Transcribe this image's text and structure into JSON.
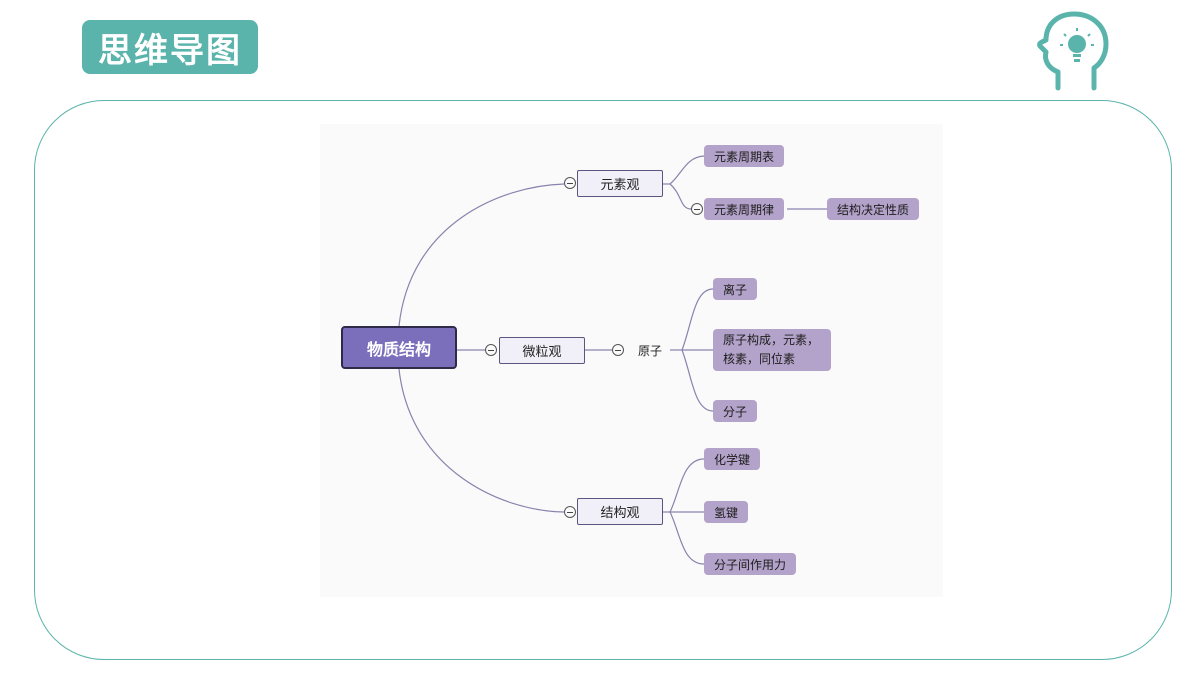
{
  "header": {
    "title": "思维导图",
    "icon": "head-lightbulb-icon",
    "accent_color": "#5ab4ac"
  },
  "mindmap": {
    "root": "物质结构",
    "branches": [
      {
        "label": "元素观",
        "children": [
          {
            "label": "元素周期表"
          },
          {
            "label": "元素周期律",
            "children": [
              {
                "label": "结构决定性质"
              }
            ]
          }
        ]
      },
      {
        "label": "微粒观",
        "children": [
          {
            "label": "原子",
            "children": [
              {
                "label": "离子"
              },
              {
                "label": "原子构成，元素，核素，同位素",
                "lines": [
                  "原子构成，元素，",
                  "核素，同位素"
                ]
              },
              {
                "label": "分子"
              }
            ]
          }
        ]
      },
      {
        "label": "结构观",
        "children": [
          {
            "label": "化学键"
          },
          {
            "label": "氢键"
          },
          {
            "label": "分子间作用力"
          }
        ]
      }
    ],
    "colors": {
      "root_fill": "#7b6fbc",
      "branch_fill": "#f1f0f8",
      "leaf_fill": "#b3a2c9",
      "connector": "#8a82ad"
    }
  }
}
